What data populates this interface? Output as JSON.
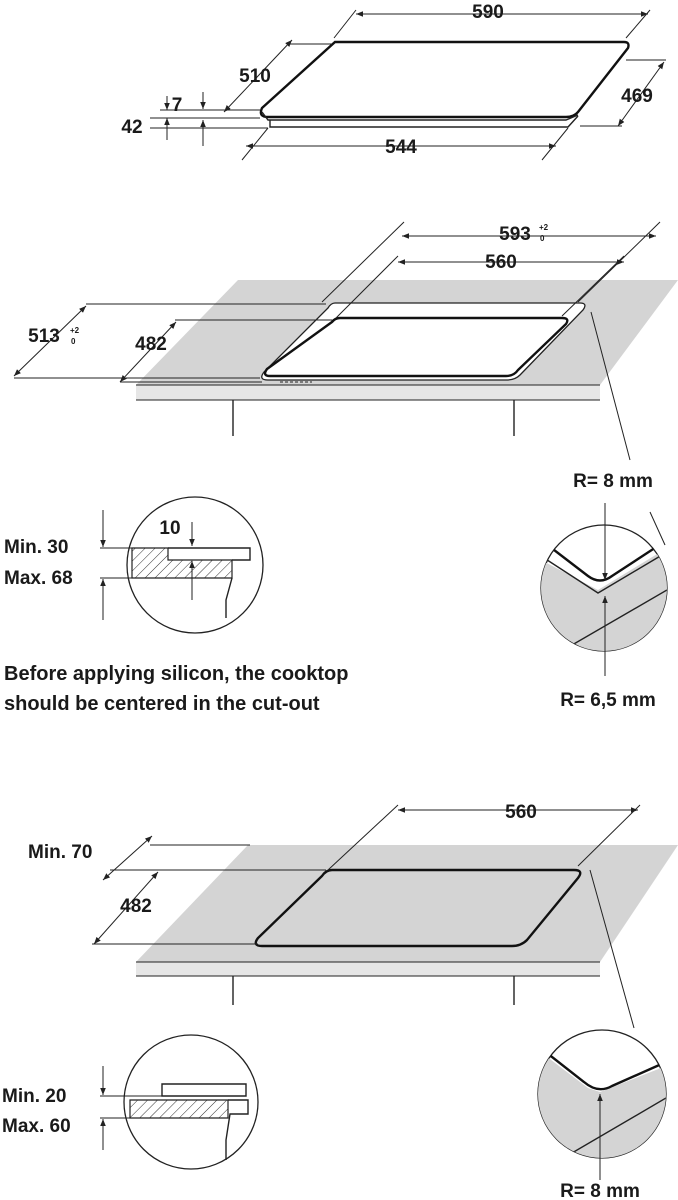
{
  "hob": {
    "width": "590",
    "depth": "510",
    "base_width": "544",
    "base_depth": "469",
    "glass_thickness": "7",
    "total_height": "42"
  },
  "cutout_standard": {
    "outer_width": "593",
    "outer_width_tol_plus": "+2",
    "outer_width_tol_zero": "0",
    "inner_width": "560",
    "outer_depth": "513",
    "outer_depth_tol_plus": "+2",
    "outer_depth_tol_zero": "0",
    "inner_depth": "482",
    "corner_radius_outer": "R= 8 mm",
    "corner_radius_inner": "R= 6,5 mm",
    "detail_step": "10",
    "worktop_min": "Min. 30",
    "worktop_max": "Max. 68"
  },
  "note": {
    "line1": "Before applying silicon, the cooktop",
    "line2": "should be centered in the cut-out"
  },
  "cutout_simple": {
    "width": "560",
    "depth": "482",
    "front_min": "Min. 70",
    "corner_radius": "R= 8 mm",
    "worktop_min": "Min. 20",
    "worktop_max": "Max. 60"
  }
}
